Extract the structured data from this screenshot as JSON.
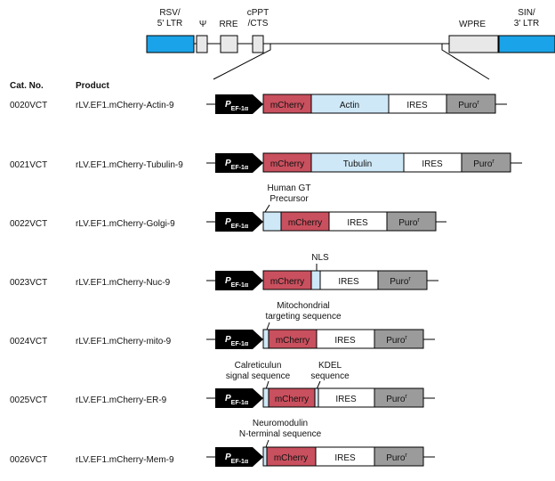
{
  "header": {
    "cat_no": "Cat. No.",
    "product": "Product"
  },
  "vector": {
    "labels": {
      "rsv": "RSV/\n5' LTR",
      "psi": "Ψ",
      "rre": "RRE",
      "cppt": "cPPT\n/CTS",
      "wpre": "WPRE",
      "sin": "SIN/\n3' LTR"
    }
  },
  "promoter": {
    "main": "P",
    "subscript": "EF-1α"
  },
  "segment_labels": {
    "mcherry": "mCherry",
    "ires": "IRES",
    "puro": "Puro",
    "puro_sup": "r"
  },
  "annotations": {
    "golgi": "Human GT\nPrecursor",
    "nuc": "NLS",
    "mito": "Mitochondrial\ntargeting sequence",
    "er_signal": "Calreticulun\nsignal sequence",
    "er_kdel": "KDEL\nsequence",
    "mem": "Neuromodulin\nN-terminal sequence"
  },
  "constructs": [
    {
      "cat": "0020VCT",
      "product": "rLV.EF1.mCherry-Actin-9",
      "insert": "Actin"
    },
    {
      "cat": "0021VCT",
      "product": "rLV.EF1.mCherry-Tubulin-9",
      "insert": "Tubulin"
    },
    {
      "cat": "0022VCT",
      "product": "rLV.EF1.mCherry-Golgi-9",
      "insert": ""
    },
    {
      "cat": "0023VCT",
      "product": "rLV.EF1.mCherry-Nuc-9",
      "insert": ""
    },
    {
      "cat": "0024VCT",
      "product": "rLV.EF1.mCherry-mito-9",
      "insert": ""
    },
    {
      "cat": "0025VCT",
      "product": "rLV.EF1.mCherry-ER-9",
      "insert": ""
    },
    {
      "cat": "0026VCT",
      "product": "rLV.EF1.mCherry-Mem-9",
      "insert": ""
    }
  ],
  "colors": {
    "ltr": "#1aa3e8",
    "mcherry": "#c9505e",
    "insert": "#cfe8f7",
    "puro": "#9b9b9b",
    "promoter": "#000000",
    "element": "#e8e8e8"
  }
}
